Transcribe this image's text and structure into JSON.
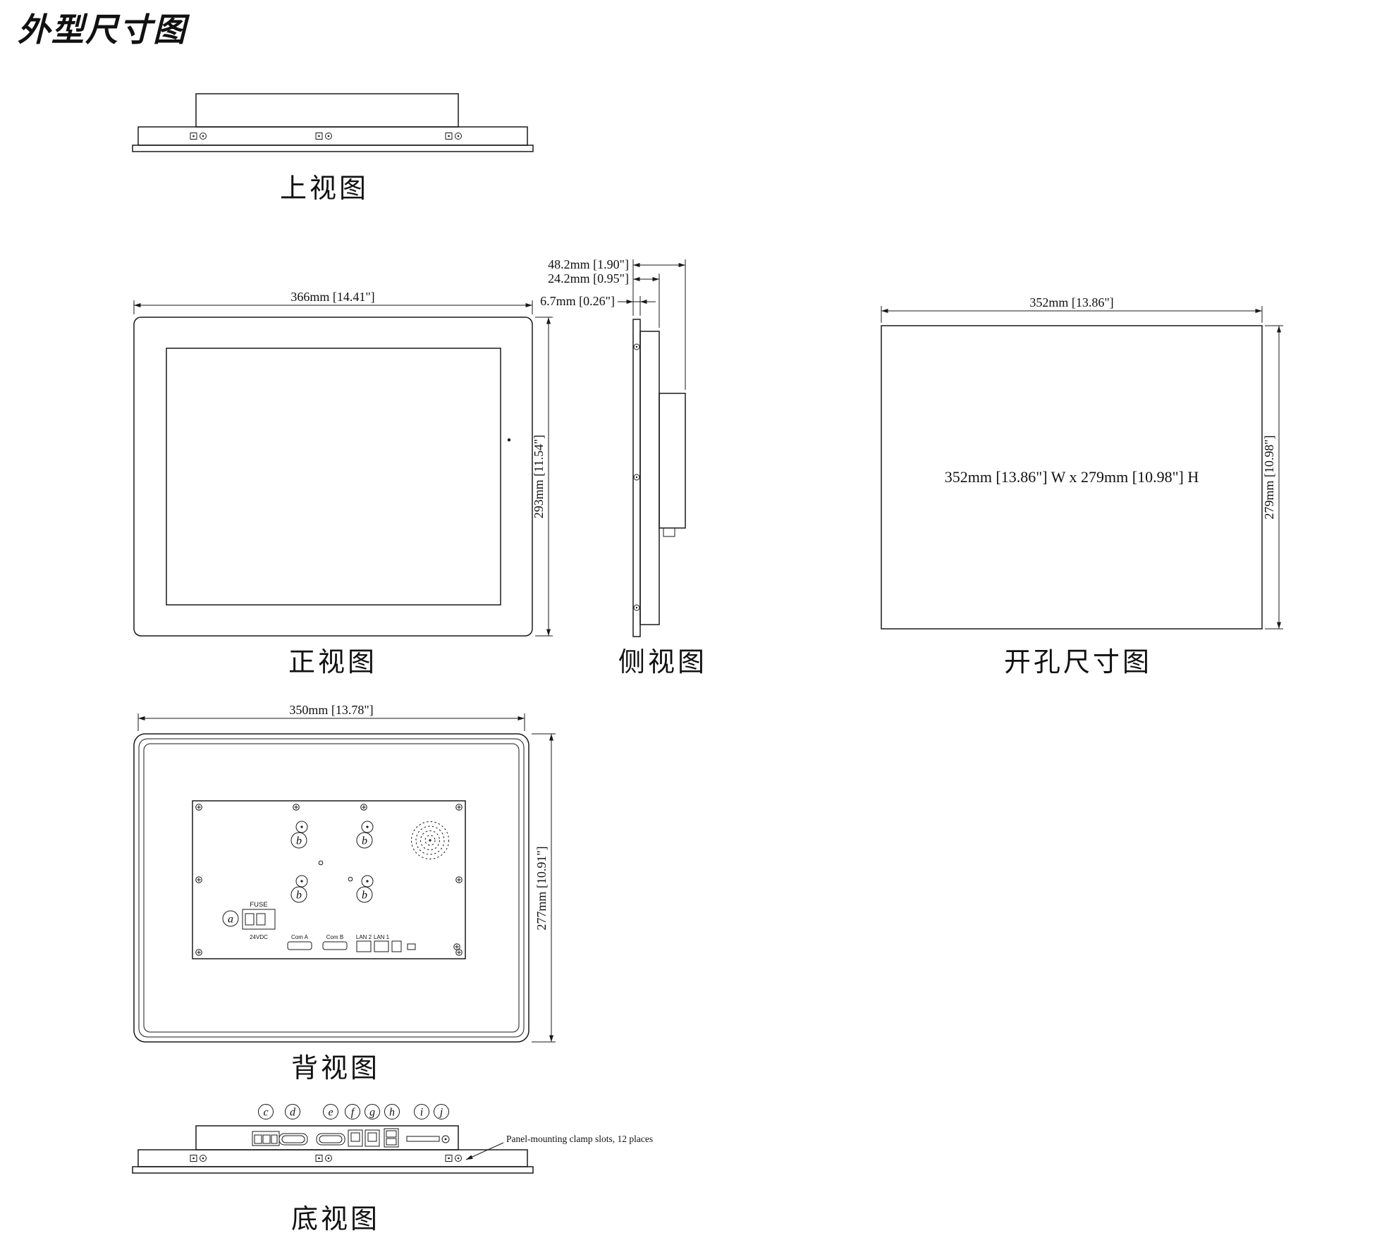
{
  "page": {
    "title": "外型尺寸图"
  },
  "views": {
    "top": {
      "label": "上视图"
    },
    "front": {
      "label": "正视图",
      "dim_width": "366mm [14.41\"]",
      "dim_height": "293mm [11.54\"]"
    },
    "side": {
      "label": "侧视图",
      "dim_total_depth": "48.2mm [1.90\"]",
      "dim_body_depth": "24.2mm [0.95\"]",
      "dim_bezel": "6.7mm [0.26\"]"
    },
    "cutout": {
      "label": "开孔尺寸图",
      "dim_width": "352mm [13.86\"]",
      "dim_height": "279mm [10.98\"]",
      "center_text": "352mm [13.86\"] W x 279mm [10.98\"] H"
    },
    "rear": {
      "label": "背视图",
      "dim_width": "350mm [13.78\"]",
      "dim_height": "277mm [10.91\"]",
      "callout_a": "a",
      "callout_b": "b",
      "fuse_label": "FUSE",
      "power_label": "24VDC",
      "port_labels": [
        "Com A",
        "Com B",
        "LAN 2",
        "LAN 1"
      ]
    },
    "bottom": {
      "label": "底视图",
      "callouts": [
        "c",
        "d",
        "e",
        "f",
        "g",
        "h",
        "i",
        "j"
      ],
      "clamp_note": "Panel-mounting clamp slots, 12 places"
    }
  }
}
